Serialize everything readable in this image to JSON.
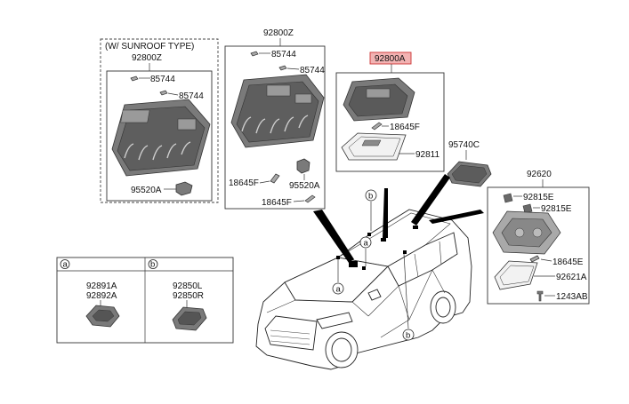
{
  "sunroof_group": {
    "heading": "(W/ SUNROOF TYPE)",
    "assembly": "92800Z",
    "bulb_upper": "85744",
    "bulb_lower": "85744",
    "switch": "95520A"
  },
  "standard_group": {
    "assembly": "92800Z",
    "bulb_upper": "85744",
    "bulb_lower": "85744",
    "holder_left": "18645F",
    "switch": "95520A",
    "holder_bottom": "18645F"
  },
  "highlight_group": {
    "assembly": "92800A",
    "holder": "18645F",
    "lens": "92811"
  },
  "center_part": {
    "label": "95740C"
  },
  "room_lamp_group": {
    "assembly": "92620",
    "bulb_a": "92815E",
    "bulb_b": "92815E",
    "holder": "18645E",
    "lens": "92621A",
    "screw": "1243AB"
  },
  "legend": {
    "a_letter": "a",
    "a_part_1": "92891A",
    "a_part_2": "92892A",
    "b_letter": "b",
    "b_part_1": "92850L",
    "b_part_2": "92850R"
  },
  "callouts": {
    "a": "a",
    "b": "b"
  },
  "colors": {
    "highlight_fill": "#f2b3b3",
    "highlight_stroke": "#cc3333",
    "part_fill": "#7a7a7a"
  }
}
